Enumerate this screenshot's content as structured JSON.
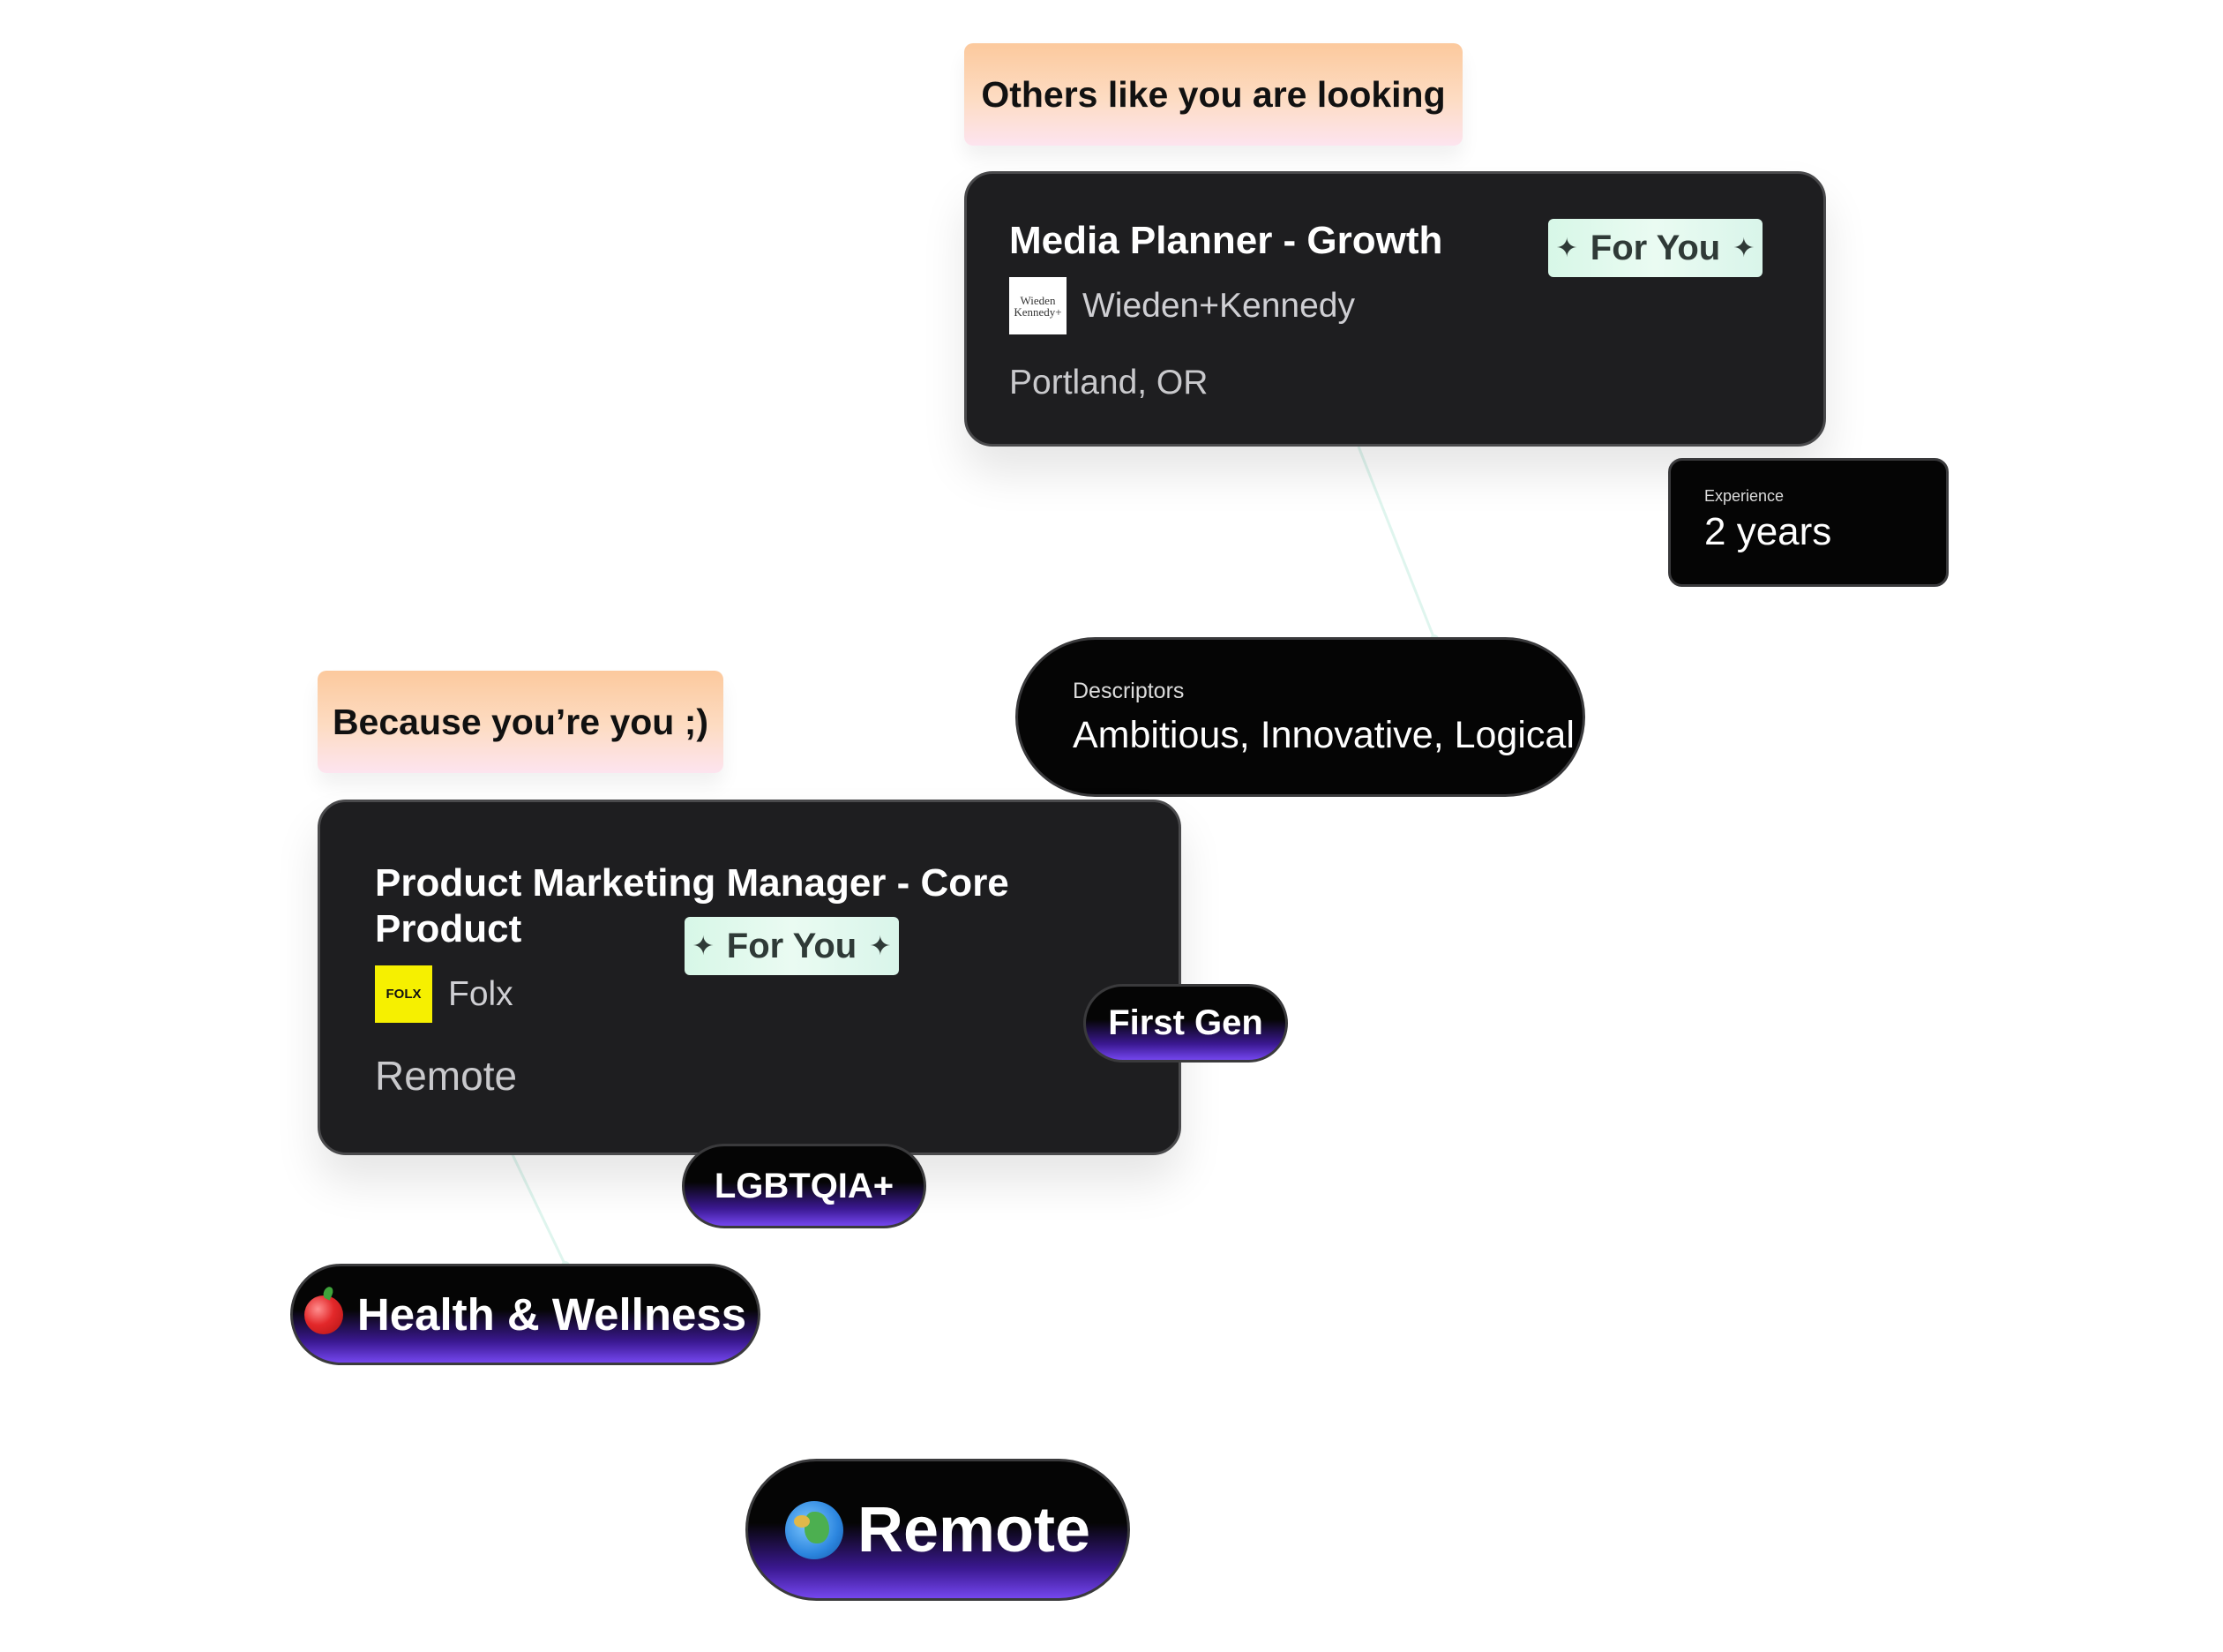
{
  "colors": {
    "card_background": "#1e1e20",
    "pill_background": "#050505",
    "tag_glow": "#7446ee",
    "label_gradient_top": "#fcc99d",
    "label_gradient_bottom": "#fde4ef",
    "for_you_badge": "#d7f7e7"
  },
  "sections": {
    "others_label": "Others like you are looking",
    "because_label": "Because you’re you ;)"
  },
  "jobs": [
    {
      "title": "Media Planner - Growth",
      "badge": "For You",
      "company": {
        "name": "Wieden+Kennedy",
        "logo_text": "Wieden Kennedy+",
        "logo_icon": "wieden-kennedy-logo"
      },
      "location": "Portland, OR"
    },
    {
      "title": "Product Marketing Manager - Core Product",
      "badge": "For You",
      "company": {
        "name": "Folx",
        "logo_text": "FOLX",
        "logo_icon": "folx-logo"
      },
      "location": "Remote"
    }
  ],
  "attributes": {
    "experience": {
      "label": "Experience",
      "value": "2 years"
    },
    "descriptors": {
      "label": "Descriptors",
      "value": "Ambitious, Innovative, Logical"
    }
  },
  "tags": {
    "first_gen": "First Gen",
    "lgbtqia": "LGBTQIA+",
    "health": {
      "label": "Health & Wellness",
      "icon": "apple-icon"
    },
    "remote": {
      "label": "Remote",
      "icon": "globe-icon"
    }
  }
}
